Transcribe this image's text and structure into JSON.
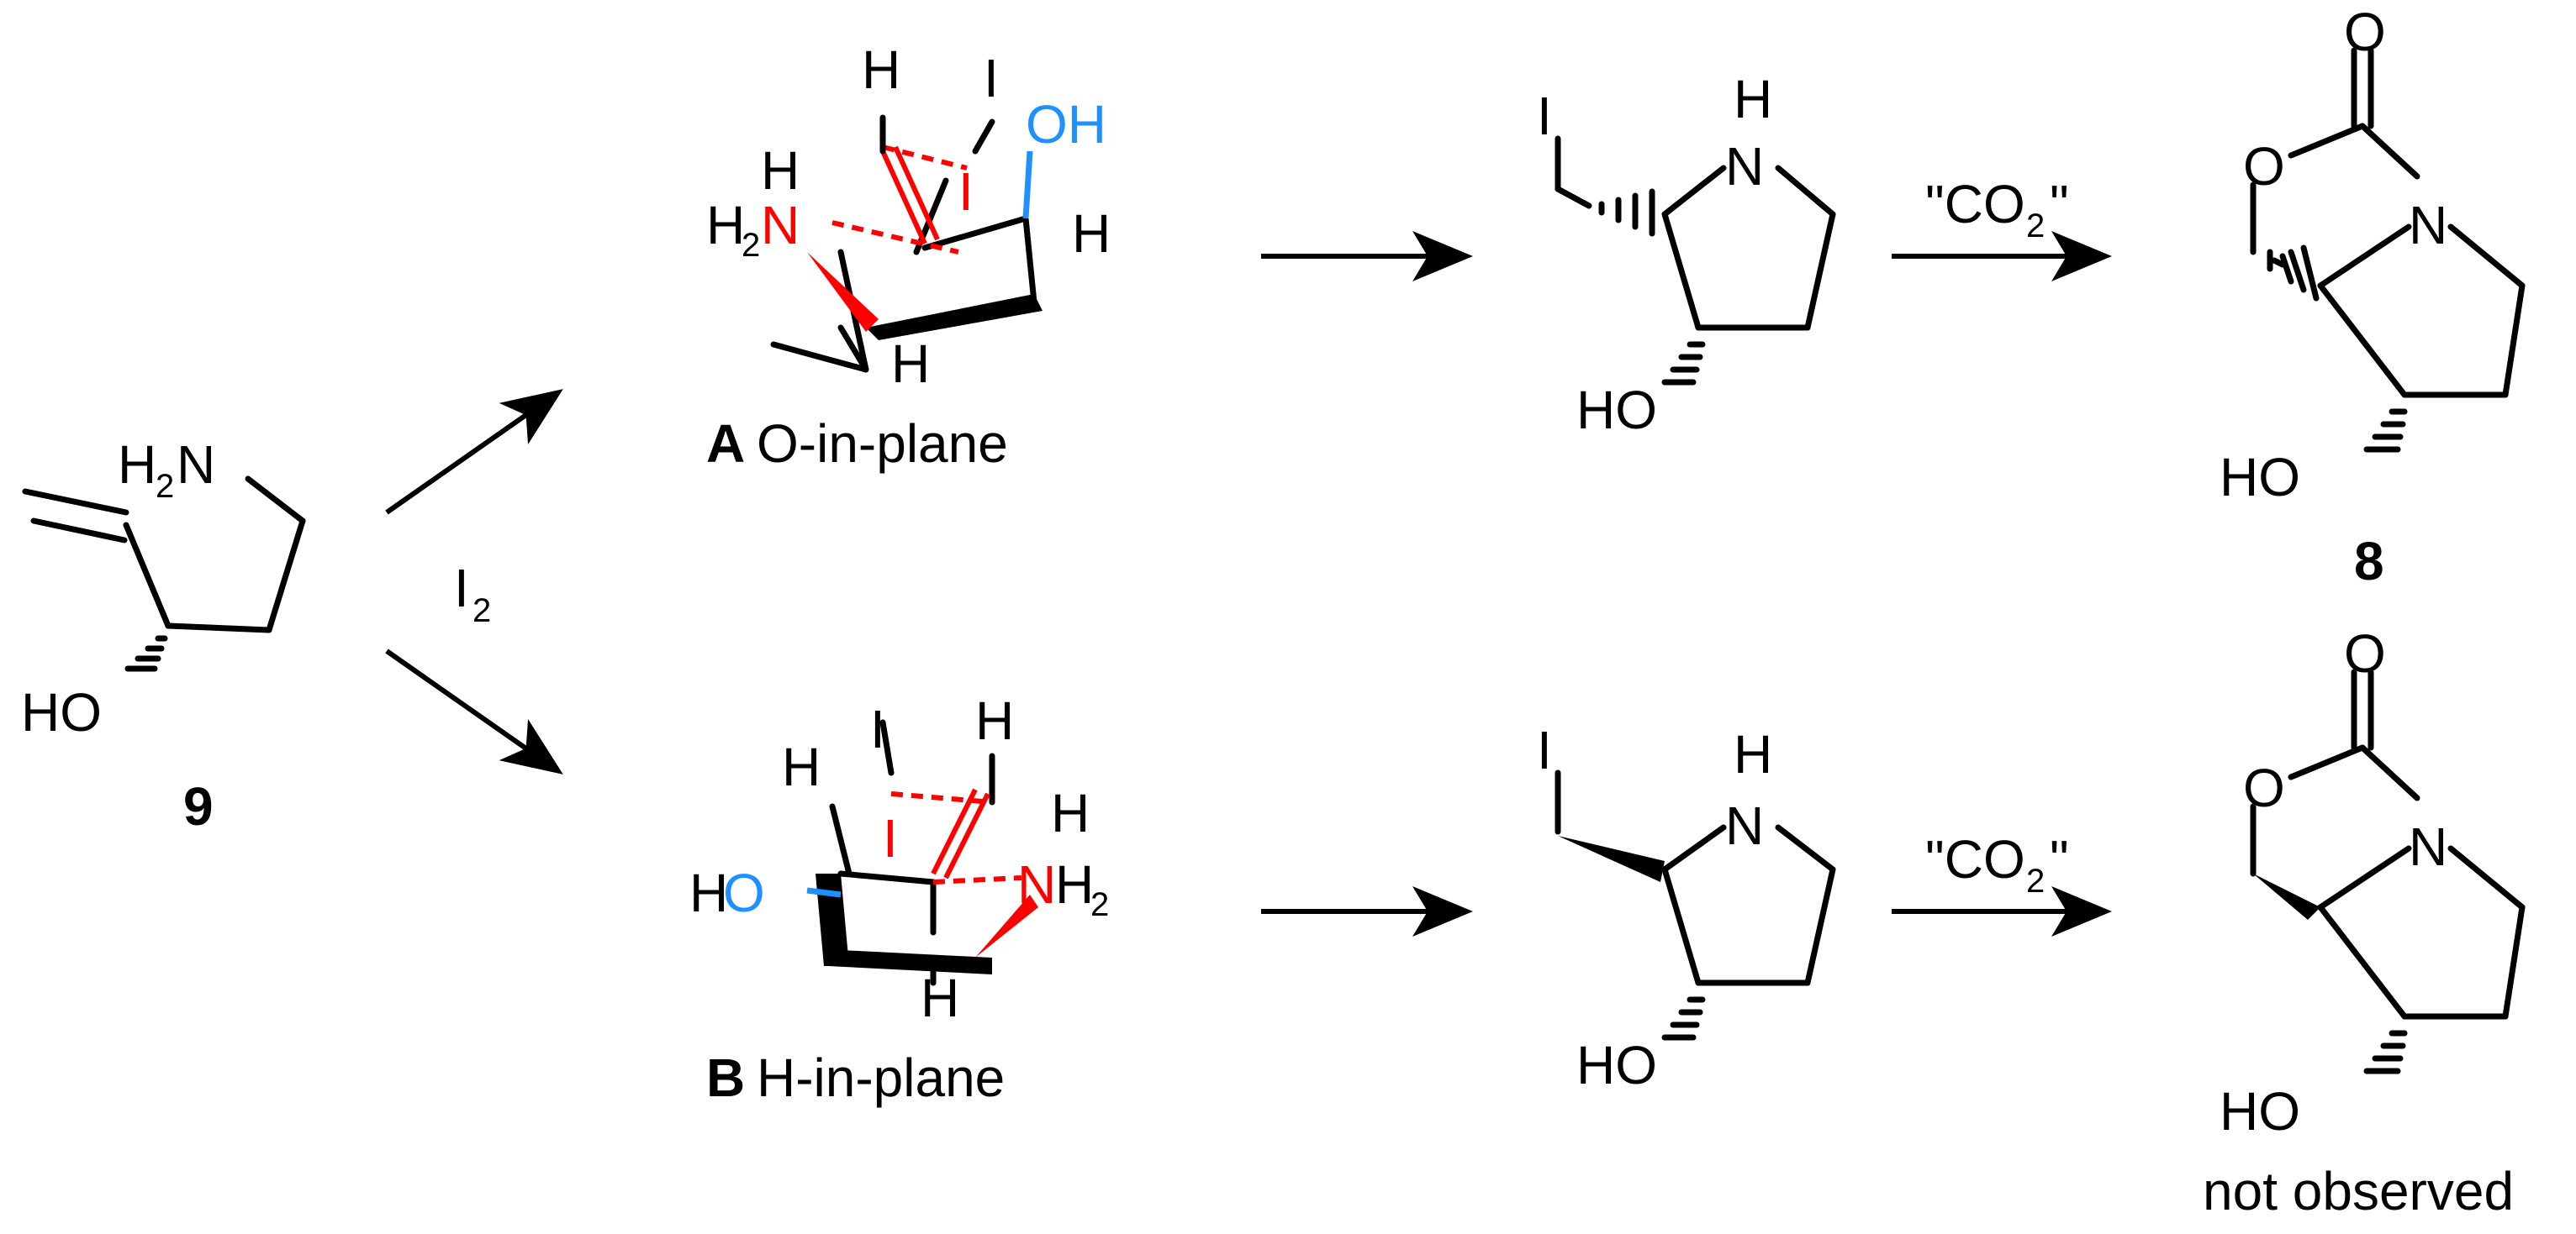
{
  "reagent": {
    "i": "I",
    "sub": "2"
  },
  "compounds": {
    "start": {
      "id": "9",
      "amine": "H",
      "amine_sub": "2",
      "amine_n": "N",
      "hydroxyl": "HO"
    },
    "intermediate_a": {
      "label_letter": "A",
      "label_text": "O-in-plane"
    },
    "intermediate_b": {
      "label_letter": "B",
      "label_text": "H-in-plane"
    },
    "product_8": {
      "id": "8"
    },
    "product_not": {
      "note": "not observed"
    }
  },
  "atoms": {
    "H": "H",
    "I": "I",
    "N": "N",
    "O": "O",
    "OH": "OH",
    "HO": "HO",
    "H2N_h": "H",
    "H2N_sub": "2",
    "NH2_h": "H",
    "NH2_sub": "2"
  },
  "co2": {
    "quote_open": "\"CO",
    "sub": "2",
    "quote_close": "\""
  },
  "colors": {
    "nitrogen_highlight": "#ff0000",
    "oxygen_highlight": "#1e90ff",
    "bond": "#000000"
  }
}
